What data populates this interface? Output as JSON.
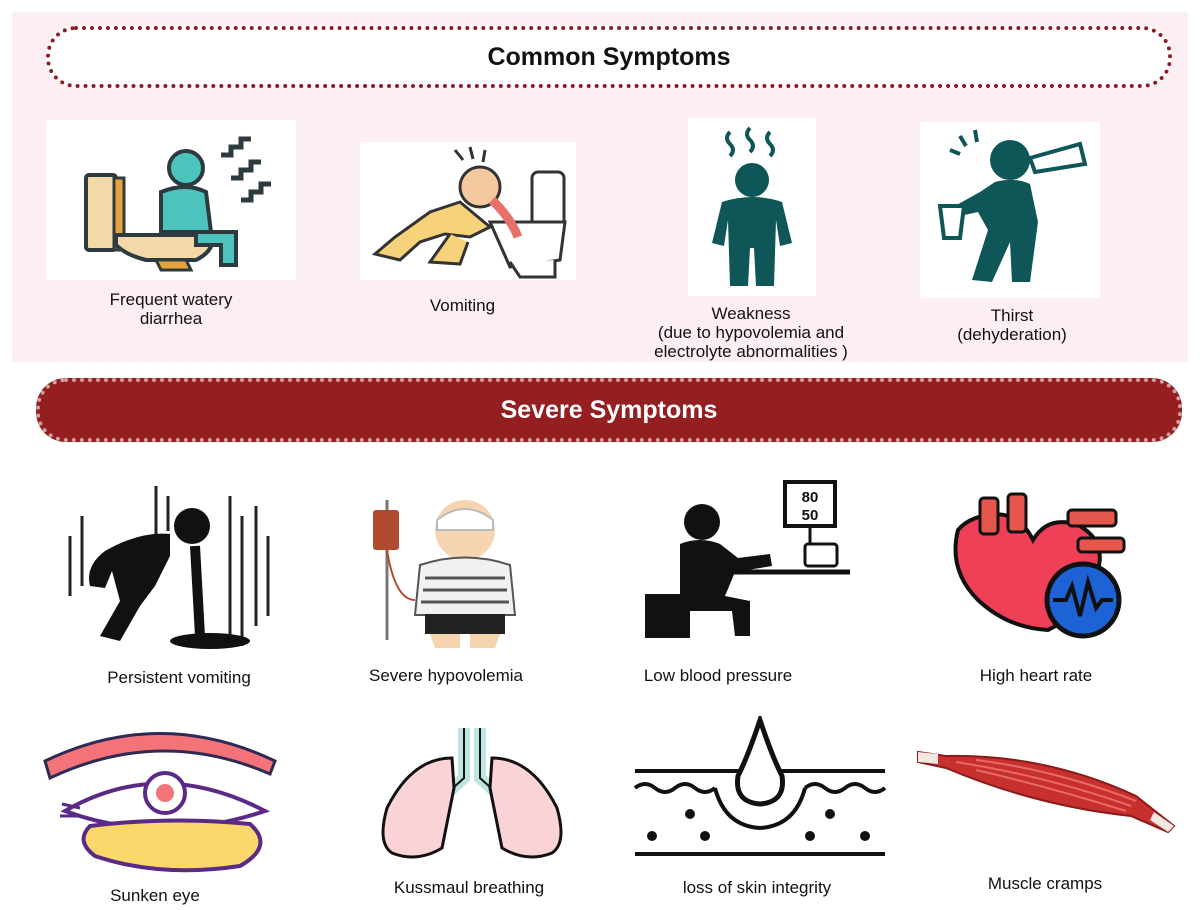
{
  "common": {
    "title": "Common Symptoms",
    "items": [
      {
        "icon": "toilet-diarrhea-icon",
        "label_lines": [
          "Frequent watery",
          "diarrhea"
        ]
      },
      {
        "icon": "vomiting-icon",
        "label_lines": [
          "Vomiting"
        ]
      },
      {
        "icon": "weakness-icon",
        "label_lines": [
          "Weakness",
          "(due to hypovolemia and",
          "electrolyte abnormalities )"
        ]
      },
      {
        "icon": "thirst-icon",
        "label_lines": [
          "Thirst",
          "(dehyderation)"
        ]
      }
    ]
  },
  "severe": {
    "title": "Severe Symptoms",
    "items": [
      {
        "icon": "persistent-vomiting-icon",
        "label": "Persistent vomiting"
      },
      {
        "icon": "iv-drip-patient-icon",
        "label": "Severe hypovolemia"
      },
      {
        "icon": "blood-pressure-icon",
        "label": "Low blood pressure",
        "bp_top": "80",
        "bp_bottom": "50"
      },
      {
        "icon": "heart-pulse-icon",
        "label": "High heart rate"
      },
      {
        "icon": "sunken-eye-icon",
        "label": "Sunken eye"
      },
      {
        "icon": "lungs-icon",
        "label": "Kussmaul breathing"
      },
      {
        "icon": "skin-drop-icon",
        "label": "loss of skin integrity"
      },
      {
        "icon": "muscle-icon",
        "label": "Muscle cramps"
      }
    ]
  },
  "colors": {
    "common_panel_bg": "#fdeef3",
    "banner_border": "#8c1d24",
    "severe_banner_bg": "#941e20",
    "teal": "#0e5657"
  }
}
